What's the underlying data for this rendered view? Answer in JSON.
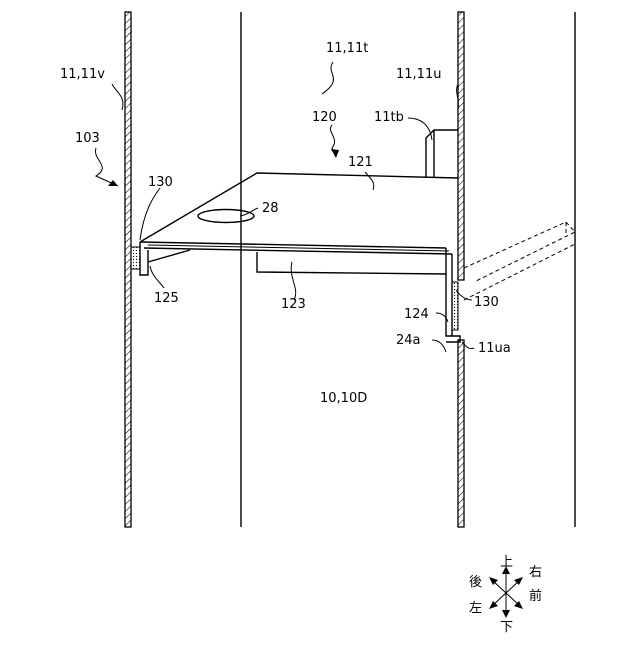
{
  "labels": {
    "wall_left": "11,11v",
    "assembly_top": "11,11t",
    "wall_right": "11,11u",
    "ref_103": "103",
    "ref_120": "120",
    "ref_11tb": "11tb",
    "ref_121": "121",
    "ref_130_left": "130",
    "ref_28": "28",
    "ref_125": "125",
    "ref_123": "123",
    "ref_124": "124",
    "ref_130_right": "130",
    "ref_24a": "24a",
    "ref_11ua": "11ua",
    "cabinet": "10,10D"
  },
  "compass": {
    "up": "上",
    "down": "下",
    "rear": "後",
    "front": "前",
    "left": "左",
    "right": "右"
  }
}
